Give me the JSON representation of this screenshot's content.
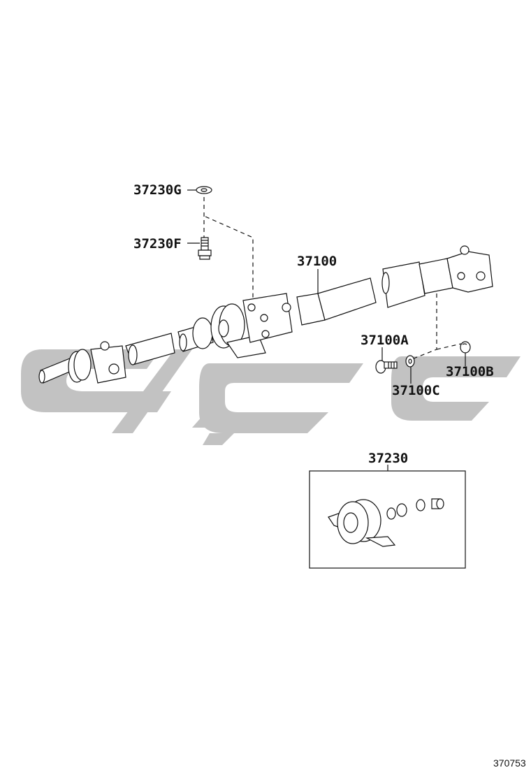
{
  "diagram": {
    "type": "exploded parts diagram",
    "subject": "Propeller shaft (drive shaft) assembly with center support bearing",
    "figure_number": "370753",
    "watermark_color": "#c2c2c2",
    "line_color": "#111111"
  },
  "labels": {
    "washer_top": "37230G",
    "bolt_top": "37230F",
    "shaft_assy": "37100",
    "bolt_right": "37100A",
    "nut_right": "37100B",
    "washer_right": "37100C",
    "bearing_kit": "37230"
  },
  "parts": [
    {
      "id": "37230G",
      "name": "washer",
      "icon": "washer-icon"
    },
    {
      "id": "37230F",
      "name": "bolt",
      "icon": "bolt-icon"
    },
    {
      "id": "37100",
      "name": "propeller shaft assembly",
      "icon": "shaft-icon"
    },
    {
      "id": "37100A",
      "name": "bolt",
      "icon": "bolt-icon"
    },
    {
      "id": "37100B",
      "name": "nut",
      "icon": "nut-icon"
    },
    {
      "id": "37100C",
      "name": "washer",
      "icon": "washer-icon"
    },
    {
      "id": "37230",
      "name": "center support bearing kit",
      "icon": "bearing-icon"
    }
  ]
}
